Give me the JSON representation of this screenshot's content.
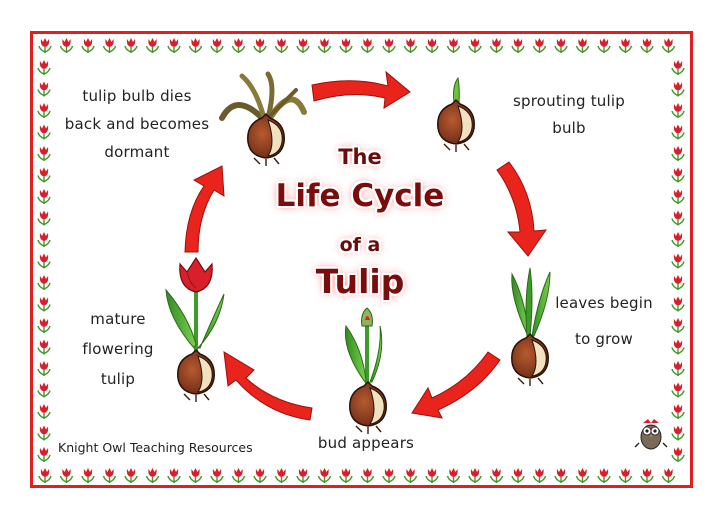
{
  "title": {
    "line1": "The",
    "line2": "Life Cycle",
    "line3": "of a",
    "line4": "Tulip"
  },
  "stages": [
    {
      "id": "sprouting",
      "label": "sprouting tulip\nbulb"
    },
    {
      "id": "leaves",
      "label": "leaves begin\nto grow"
    },
    {
      "id": "bud",
      "label": "bud appears"
    },
    {
      "id": "mature",
      "label": "mature\nflowering\ntulip"
    },
    {
      "id": "dormant",
      "label": "tulip bulb dies\nback and becomes\ndormant"
    }
  ],
  "credit": "Knight Owl Teaching Resources",
  "colors": {
    "border": "#e02020",
    "arrow": "#e8241c",
    "title_text": "#7a0c0c",
    "tulip_red": "#d8202c",
    "leaf_green": "#4caf32",
    "bulb_brown": "#8a3a1e",
    "bulb_cream": "#f0e2c0"
  },
  "icons": [
    "owl-logo-icon"
  ]
}
